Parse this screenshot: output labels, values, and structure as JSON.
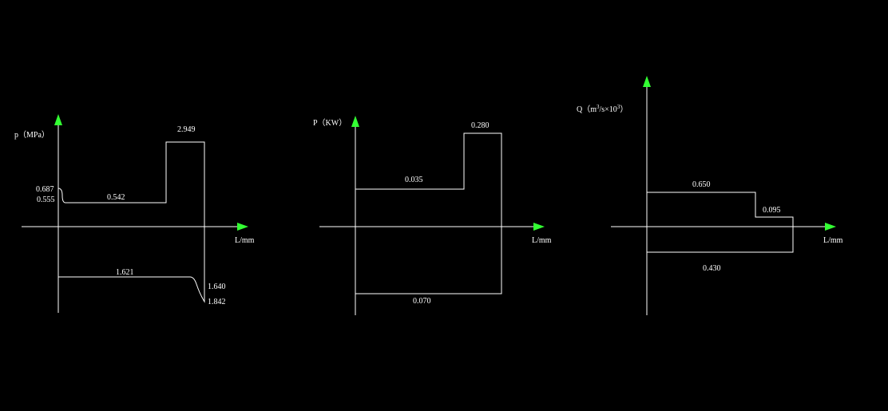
{
  "colors": {
    "background": "#000000",
    "line": "#ffffff",
    "arrow": "#33ff33"
  },
  "panels": [
    {
      "id": "pressure",
      "y_axis_label": "p（MPa）",
      "x_axis_label": "L/mm",
      "upper_labels": [
        "0.687",
        "0.555",
        "0.542",
        "2.949"
      ],
      "lower_labels": [
        "1.621",
        "1.640",
        "1.842"
      ]
    },
    {
      "id": "power",
      "y_axis_label": "P（KW）",
      "x_axis_label": "L/mm",
      "upper_labels": [
        "0.035",
        "0.280"
      ],
      "lower_labels": [
        "0.070"
      ]
    },
    {
      "id": "flow",
      "y_axis_label_main": "Q（m",
      "y_axis_label_sup1": "3",
      "y_axis_label_mid": "/s×10",
      "y_axis_label_sup2": "3",
      "y_axis_label_end": "）",
      "x_axis_label": "L/mm",
      "upper_labels": [
        "0.650",
        "0.095"
      ],
      "lower_labels": [
        "0.430"
      ]
    }
  ]
}
